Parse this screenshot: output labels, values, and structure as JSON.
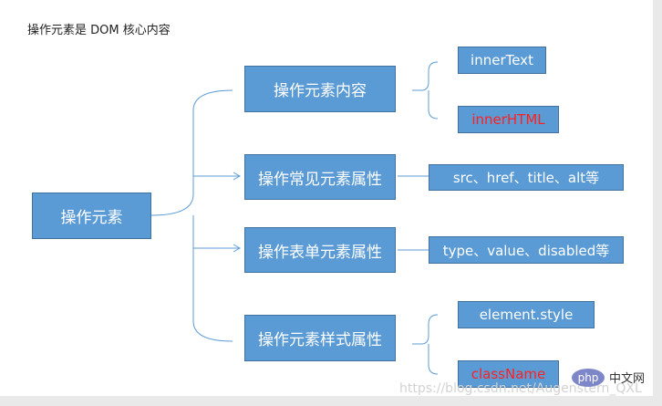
{
  "title": "操作元素是 DOM 核心内容",
  "root": {
    "label": "操作元素"
  },
  "branches": [
    {
      "label": "操作元素内容",
      "leaves": [
        {
          "label": "innerText",
          "highlight": false
        },
        {
          "label": "innerHTML",
          "highlight": true
        }
      ]
    },
    {
      "label": "操作常见元素属性",
      "leaves": [
        {
          "label": "src、href、title、alt等",
          "highlight": false
        }
      ]
    },
    {
      "label": "操作表单元素属性",
      "leaves": [
        {
          "label": "type、value、disabled等",
          "highlight": false
        }
      ]
    },
    {
      "label": "操作元素样式属性",
      "leaves": [
        {
          "label": "element.style",
          "highlight": false
        },
        {
          "label": "className",
          "highlight": true
        }
      ]
    }
  ],
  "watermark": {
    "logo": "php",
    "site": "中文网",
    "url": "https://blog.csdn.net/Augenstern_QXL"
  },
  "colors": {
    "box_fill": "#5b9bd5",
    "box_border": "#41719c",
    "connector": "#5b9bd5",
    "highlight_text": "#ff2020"
  }
}
